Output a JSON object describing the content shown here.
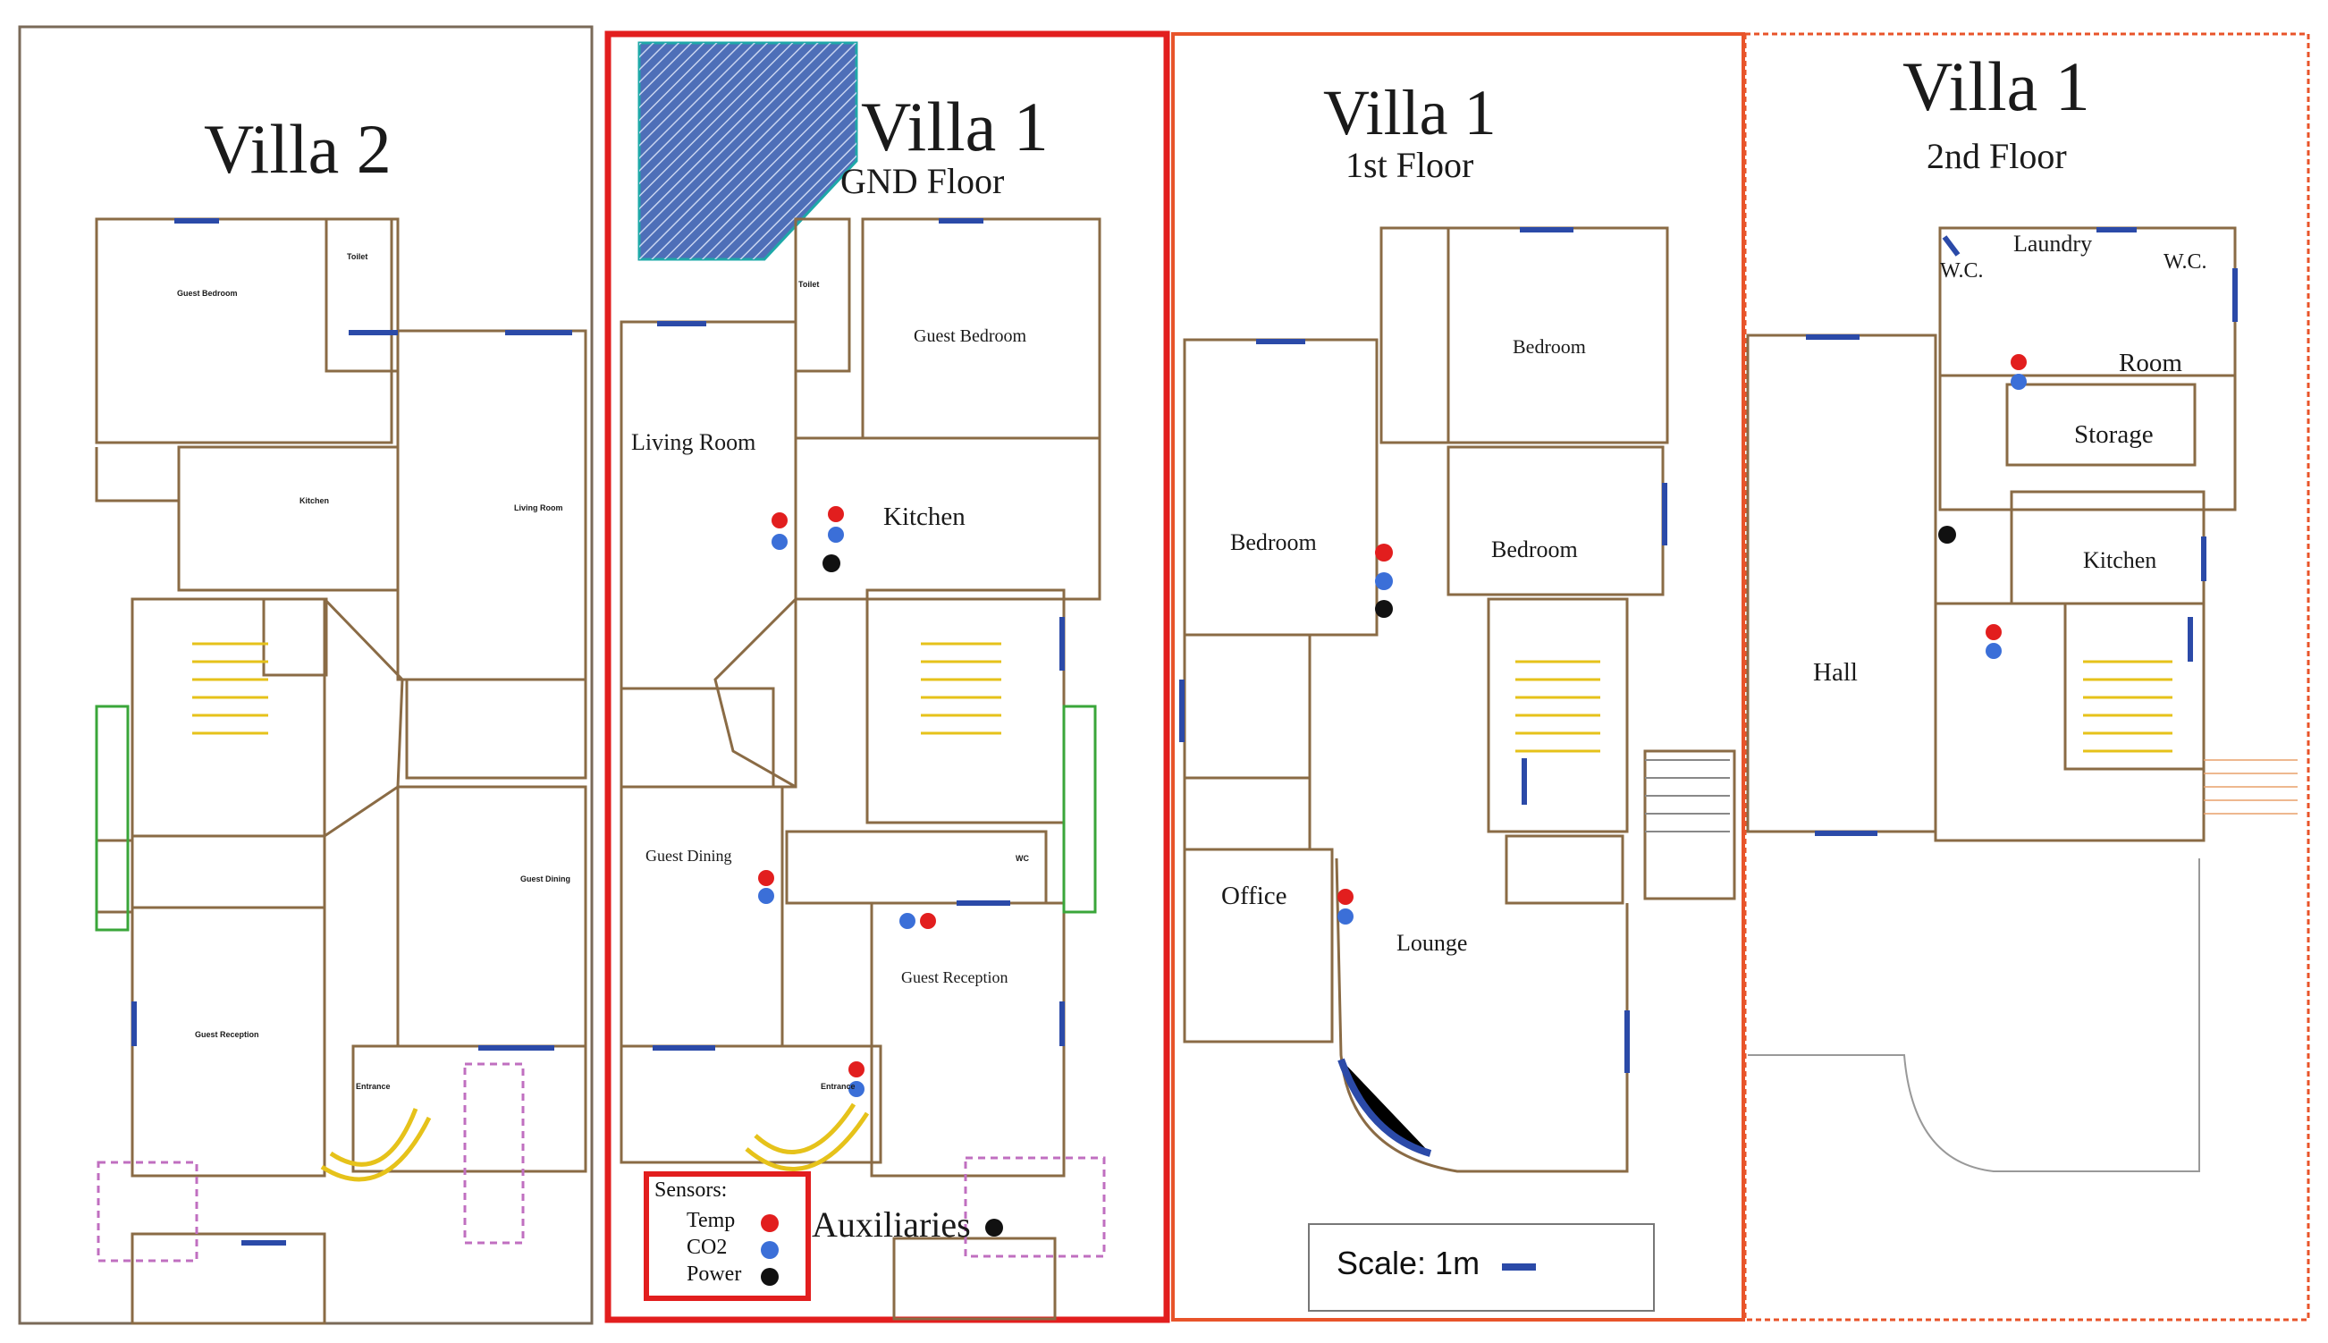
{
  "panels": {
    "villa2": {
      "title": "Villa 2"
    },
    "villa1_gnd": {
      "title": "Villa 1",
      "subtitle": "GND Floor"
    },
    "villa1_1st": {
      "title": "Villa 1",
      "subtitle": "1st Floor"
    },
    "villa1_2nd": {
      "title": "Villa 1",
      "subtitle": "2nd Floor"
    }
  },
  "rooms": {
    "villa2": {
      "guest_bedroom": "Guest Bedroom",
      "kitchen": "Kitchen",
      "living_room": "Living Room",
      "guest_dining": "Guest Dining",
      "guest_reception": "Guest Reception",
      "entrance": "Entrance",
      "toilet": "Toilet"
    },
    "gnd": {
      "living_room": "Living Room",
      "guest_bedroom": "Guest Bedroom",
      "kitchen": "Kitchen",
      "guest_dining": "Guest Dining",
      "guest_reception": "Guest Reception",
      "entrance": "Entrance",
      "toilet": "Toilet",
      "wc": "WC"
    },
    "first": {
      "bedroom_top": "Bedroom",
      "bedroom_left": "Bedroom",
      "bedroom_mid": "Bedroom",
      "office": "Office",
      "lounge": "Lounge"
    },
    "second": {
      "laundry": "Laundry",
      "wc_left": "W.C.",
      "wc_right": "W.C.",
      "room": "Room",
      "storage": "Storage",
      "kitchen": "Kitchen",
      "hall": "Hall"
    }
  },
  "legend": {
    "heading": "Sensors:",
    "items": [
      {
        "label": "Temp",
        "color": "#e21e1e"
      },
      {
        "label": "CO2",
        "color": "#3b6fd8"
      },
      {
        "label": "Power",
        "color": "#111111"
      }
    ]
  },
  "auxiliaries": "Auxiliaries",
  "scale": {
    "label": "Scale:  1m"
  },
  "colors": {
    "wall": "#8a6b45",
    "window": "#2b4aa8",
    "stairs": "#e6c21a",
    "highlight": "#e21e1e",
    "panel_border": "#e8542a",
    "temp": "#e21e1e",
    "co2": "#3b6fd8",
    "power": "#111111"
  }
}
